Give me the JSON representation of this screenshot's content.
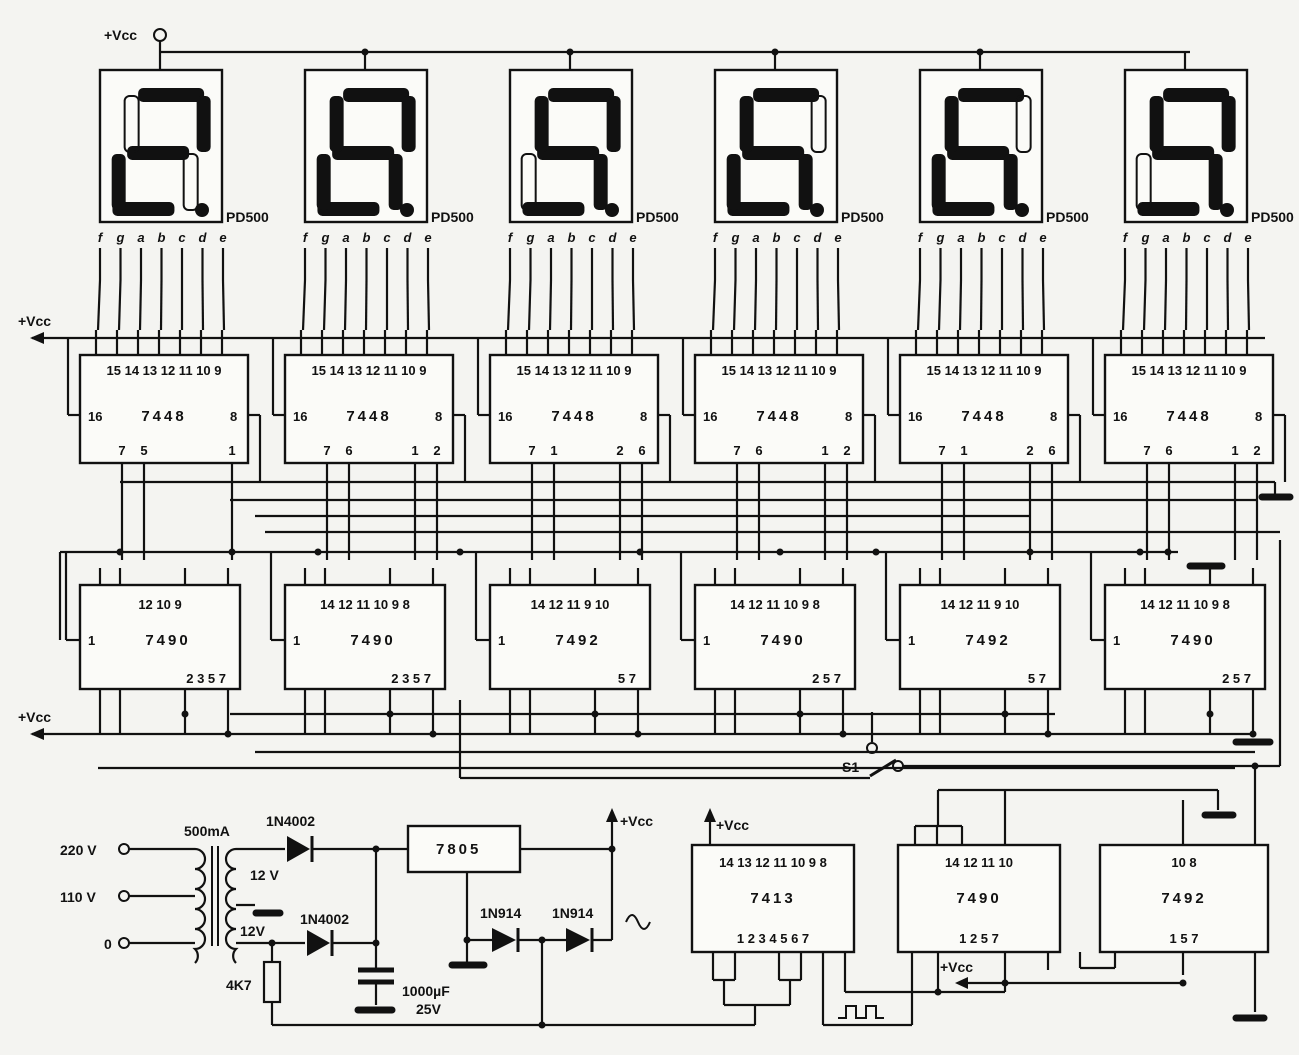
{
  "displays": [
    {
      "digit": 2,
      "part": "PD500",
      "pins": [
        "f",
        "g",
        "a",
        "b",
        "c",
        "d",
        "e"
      ]
    },
    {
      "digit": 8,
      "part": "PD500",
      "pins": [
        "f",
        "g",
        "a",
        "b",
        "c",
        "d",
        "e"
      ]
    },
    {
      "digit": 9,
      "part": "PD500",
      "pins": [
        "f",
        "g",
        "a",
        "b",
        "c",
        "d",
        "e"
      ]
    },
    {
      "digit": 6,
      "part": "PD500",
      "pins": [
        "f",
        "g",
        "a",
        "b",
        "c",
        "d",
        "e"
      ]
    },
    {
      "digit": 6,
      "part": "PD500",
      "pins": [
        "f",
        "g",
        "a",
        "b",
        "c",
        "d",
        "e"
      ]
    },
    {
      "digit": 9,
      "part": "PD500",
      "pins": [
        "f",
        "g",
        "a",
        "b",
        "c",
        "d",
        "e"
      ]
    }
  ],
  "decoders": [
    {
      "name": "7448",
      "top_pins": "15 14 13 12 11 10 9",
      "left_pin": "16",
      "right_pin": "8",
      "bottom_pins": [
        "7",
        "5",
        "",
        "1"
      ]
    },
    {
      "name": "7448",
      "top_pins": "15 14 13 12 11 10 9",
      "left_pin": "16",
      "right_pin": "8",
      "bottom_pins": [
        "7",
        "6",
        "1",
        "2"
      ]
    },
    {
      "name": "7448",
      "top_pins": "15 14 13 12 11 10 9",
      "left_pin": "16",
      "right_pin": "8",
      "bottom_pins": [
        "7",
        "1",
        "2",
        "6"
      ]
    },
    {
      "name": "7448",
      "top_pins": "15 14 13 12 11 10 9",
      "left_pin": "16",
      "right_pin": "8",
      "bottom_pins": [
        "7",
        "6",
        "1",
        "2"
      ]
    },
    {
      "name": "7448",
      "top_pins": "15 14 13 12 11 10 9",
      "left_pin": "16",
      "right_pin": "8",
      "bottom_pins": [
        "7",
        "1",
        "2",
        "6"
      ]
    },
    {
      "name": "7448",
      "top_pins": "15 14 13 12 11 10 9",
      "left_pin": "16",
      "right_pin": "8",
      "bottom_pins": [
        "7",
        "6",
        "1",
        "2"
      ]
    }
  ],
  "counters": [
    {
      "name": "7490",
      "top_pins": "12          10    9",
      "left_pin": "1",
      "bottom_pins": "2  3          5      7"
    },
    {
      "name": "7490",
      "top_pins": "14 12 11 10     9 8",
      "left_pin": "1",
      "bottom_pins": "2  3        5  7"
    },
    {
      "name": "7492",
      "top_pins": "14 12      11      9 10",
      "left_pin": "1",
      "bottom_pins": "5  7"
    },
    {
      "name": "7490",
      "top_pins": "14 12 11 10     9 8",
      "left_pin": "1",
      "bottom_pins": "2          5  7"
    },
    {
      "name": "7492",
      "top_pins": "14 12      11      9 10",
      "left_pin": "1",
      "bottom_pins": "5  7"
    },
    {
      "name": "7490",
      "top_pins": "14 12 11 10     9 8",
      "left_pin": "1",
      "bottom_pins": "2          5  7"
    }
  ],
  "timebase": [
    {
      "name": "7413",
      "top_pins": "14 13 12 11 10 9 8",
      "bottom_pins": "1  2  3  4  5  6  7"
    },
    {
      "name": "7490",
      "top_pins": "14 12 11   10",
      "bottom_pins": "1  2        5      7"
    },
    {
      "name": "7492",
      "top_pins": "10        8",
      "bottom_pins": "1          5          7"
    }
  ],
  "supply_labels": {
    "vcc_top": "+Vcc",
    "vcc_left_upper": "+Vcc",
    "vcc_left_lower": "+Vcc",
    "vcc_regulator": "+Vcc",
    "vcc_7413": "+Vcc",
    "vcc_bottom": "+Vcc"
  },
  "power_supply": {
    "input_220": "220 V",
    "input_110": "110 V",
    "input_0": "0",
    "transformer_rating": "500mA",
    "winding_upper": "12 V",
    "winding_lower": "12V",
    "diode_upper": "1N4002",
    "diode_lower": "1N4002",
    "regulator": "7805",
    "resistor": "4K7",
    "capacitor": "1000µF",
    "capacitor_voltage": "25V",
    "signal_diode_1": "1N914",
    "signal_diode_2": "1N914"
  },
  "switch": {
    "label": "S1"
  }
}
